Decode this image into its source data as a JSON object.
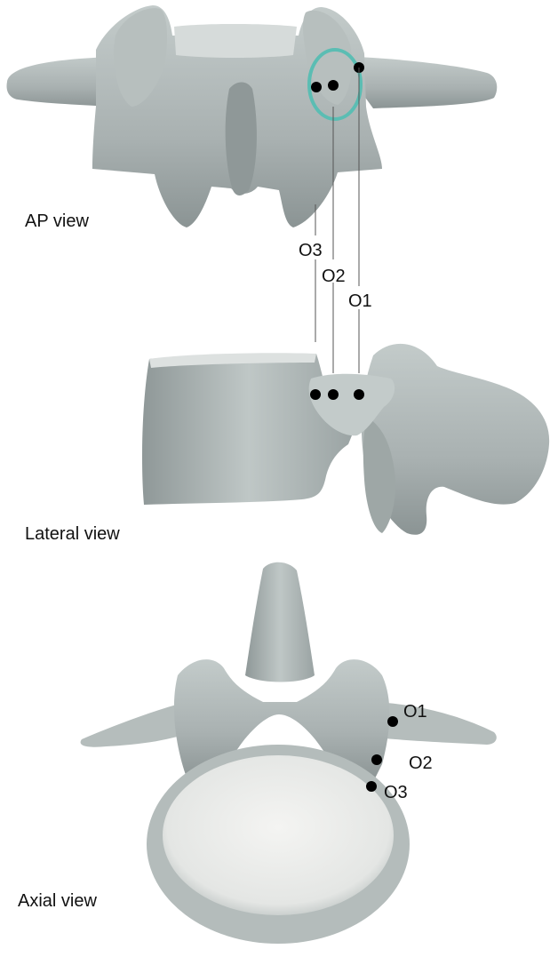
{
  "views": {
    "ap": {
      "label": "AP view"
    },
    "lateral": {
      "label": "Lateral view"
    },
    "axial": {
      "label": "Axial view"
    }
  },
  "points": [
    {
      "id": "o1",
      "label": "O1"
    },
    {
      "id": "o2",
      "label": "O2"
    },
    {
      "id": "o3",
      "label": "O3"
    }
  ],
  "colors": {
    "bone": "#a9b1b1",
    "bone_light": "#cfd5d4",
    "bone_dark": "#7f8888",
    "disc": "#ececea",
    "highlight_ring": "#5bbdb3",
    "marker": "#000000",
    "leader_line": "#555555"
  }
}
